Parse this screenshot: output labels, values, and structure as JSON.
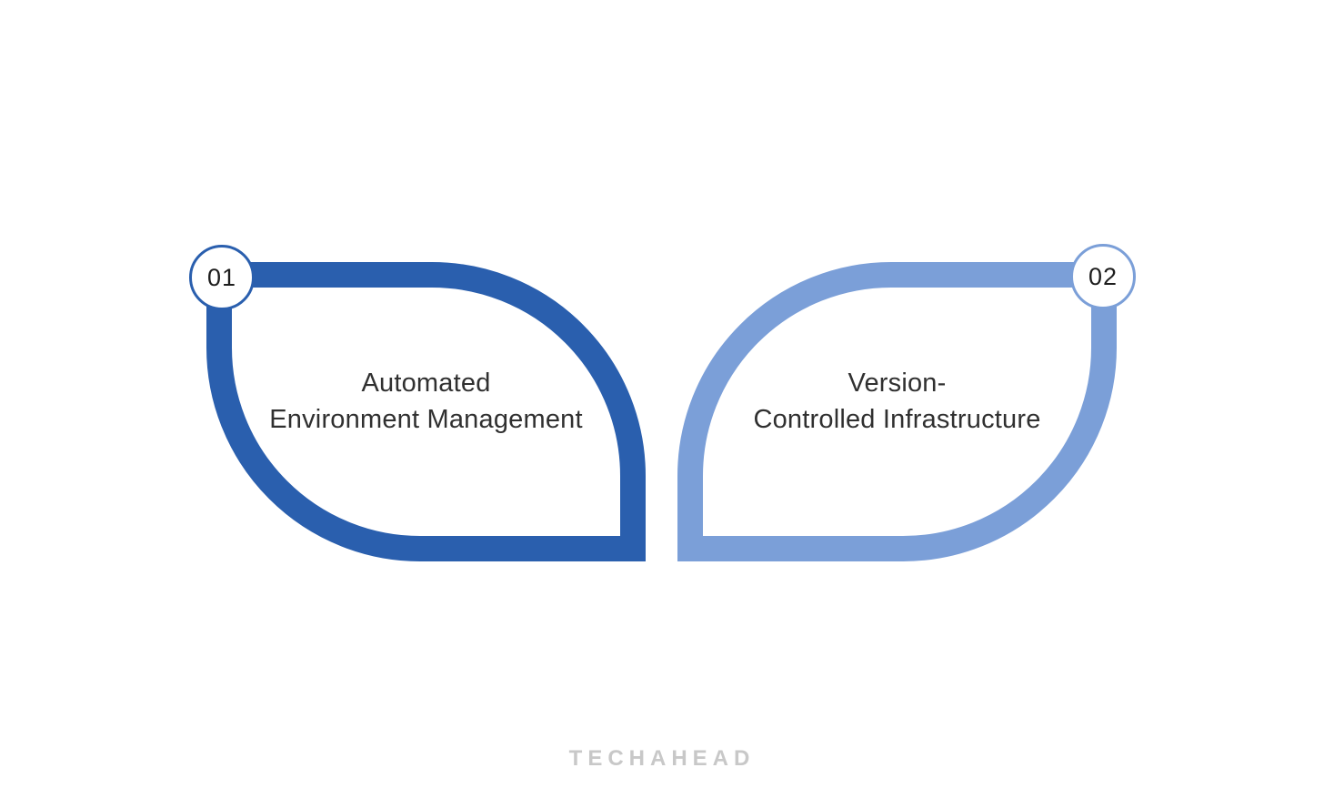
{
  "colors": {
    "primary_dark": "#2a5fae",
    "primary_light": "#7b9fd8",
    "title_text": "#303030",
    "badge_text": "#1d1d1d",
    "logo_text_color": "#c8c8c8",
    "background": "#ffffff"
  },
  "steps": [
    {
      "number": "01",
      "title_lines": [
        "Automated",
        "Environment Management"
      ]
    },
    {
      "number": "02",
      "title_lines": [
        "Version-",
        "Controlled Infrastructure"
      ]
    }
  ],
  "footer": {
    "brand": "TECHAHEAD"
  }
}
